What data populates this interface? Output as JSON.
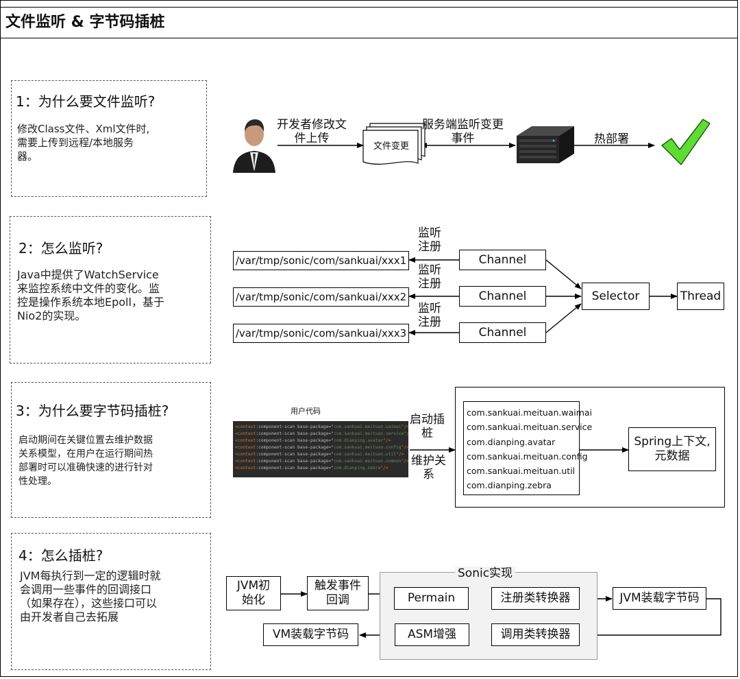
{
  "title": "文件监听 & 字节码插桩",
  "sections": [
    {
      "title": "1：为什么要文件监听?",
      "desc": [
        "修改Class文件、Xml文件时,",
        "需要上传到远程/本地服务",
        "器。"
      ]
    },
    {
      "title": "2：怎么监听?",
      "desc": [
        "Java中提供了WatchService",
        "来监控系统中文件的变化。监",
        "控是操作系统本地Epoll，基于",
        "Nio2的实现。"
      ]
    },
    {
      "title": "3：为什么要字节码插桩?",
      "desc": [
        "启动期间在关键位置去维护数据",
        "关系模型，在用户在运行期间热",
        "部署时可以准确快速的进行针对",
        "性处理。"
      ]
    },
    {
      "title": "4：怎么插桩?",
      "desc": [
        "JVM每执行到一定的逻辑时就",
        "会调用一些事件的回调接口",
        "（如果存在），这些接口可以",
        "由开发者自己去拓展"
      ]
    }
  ],
  "flow1": {
    "dev_modify": [
      "开发者修改文",
      "件上传"
    ],
    "file_change": "文件变更",
    "server_listen": [
      "服务端监听变更",
      "事件"
    ],
    "hot_deploy": "热部署"
  },
  "flow2": {
    "paths": [
      "/var/tmp/sonic/com/sankuai/xxx1",
      "/var/tmp/sonic/com/sankuai/xxx2",
      "/var/tmp/sonic/com/sankuai/xxx3"
    ],
    "register": [
      "监听",
      "注册"
    ],
    "channel": "Channel",
    "selector": "Selector",
    "thread": "Thread"
  },
  "flow3": {
    "user_code": "用户代码",
    "code_lines": [
      "com.sankuai.meituan.waimai",
      "com.sankuai.meituan.service",
      "com.dianping.avatar",
      "com.sankuai.meituan.config",
      "com.sankuai.meituan.util",
      "com.sankuai.meituan.common",
      "com.dianping.zebra"
    ],
    "start_instrument": [
      "启动插",
      "桩"
    ],
    "maintain_relation": [
      "维护关",
      "系"
    ],
    "packages": [
      "com.sankuai.meituan.waimai",
      "com.sankuai.meituan.service",
      "com.dianping.avatar",
      "com.sankuai.meituan.config",
      "com.sankuai.meituan.util",
      "com.dianping.zebra"
    ],
    "spring": [
      "Spring上下文,",
      "元数据"
    ]
  },
  "flow4": {
    "sonic_title": "Sonic实现",
    "jvm_init": [
      "JVM初",
      "始化"
    ],
    "trigger": [
      "触发事件",
      "回调"
    ],
    "permain": "Permain",
    "register_transformer": "注册类转换器",
    "jvm_load": "JVM装载字节码",
    "call_transformer": "调用类转换器",
    "asm": "ASM增强",
    "vm_load": "VM装载字节码"
  },
  "colors": {
    "check": "#5fdc34",
    "code_bg": "#2b2b2b",
    "sonic_bg": "#f2f2f2"
  }
}
